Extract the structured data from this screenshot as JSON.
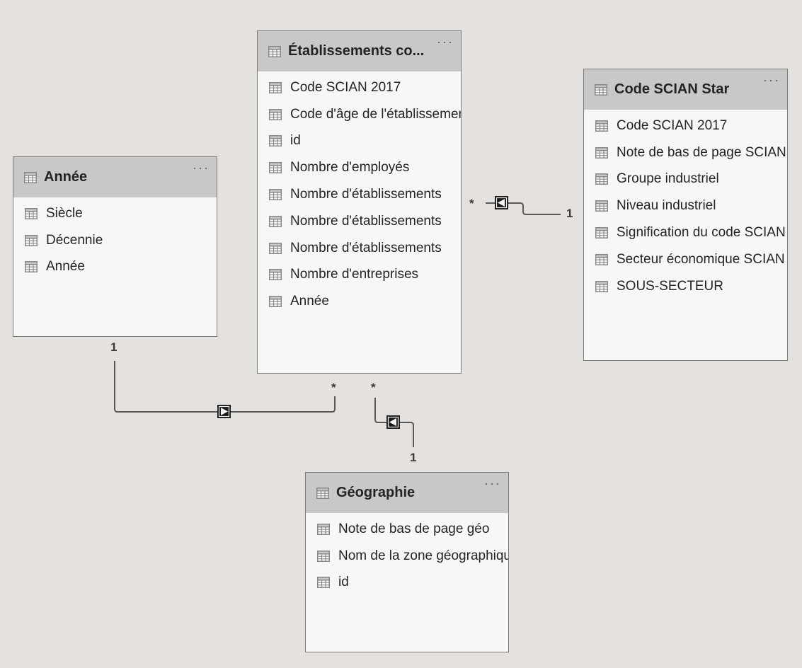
{
  "tables": {
    "etablissements": {
      "title": "Établissements co...",
      "more": "···",
      "fields": [
        "Code SCIAN 2017",
        "Code d'âge de l'établissement",
        "id",
        "Nombre d'employés",
        "Nombre d'établissements",
        "Nombre d'établissements",
        "Nombre d'établissements",
        "Nombre d'entreprises",
        "Année"
      ]
    },
    "code_scian_star": {
      "title": "Code SCIAN Star",
      "more": "···",
      "fields": [
        "Code SCIAN 2017",
        "Note de bas de page SCIAN",
        "Groupe industriel",
        "Niveau industriel",
        "Signification du code SCIAN",
        "Secteur économique SCIAN",
        "SOUS-SECTEUR"
      ]
    },
    "annee": {
      "title": "Année",
      "more": "···",
      "fields": [
        "Siècle",
        "Décennie",
        "Année"
      ]
    },
    "geographie": {
      "title": "Géographie",
      "more": "···",
      "fields": [
        "Note de bas de page géo",
        "Nom de la zone géographique",
        "id"
      ]
    }
  },
  "relationships": {
    "scian": {
      "many": "*",
      "one": "1"
    },
    "annee": {
      "many": "*",
      "one": "1"
    },
    "geo": {
      "many": "*",
      "one": "1"
    }
  },
  "colors": {
    "background": "#e4e1de",
    "header": "#c9c8c7",
    "card": "#f7f7f6",
    "border": "#7d7b79",
    "connector": "#5a5856"
  },
  "icons": {
    "field": "table-icon",
    "header": "table-icon",
    "more": "more-options-icon",
    "direction": "filter-direction-arrow-icon"
  }
}
